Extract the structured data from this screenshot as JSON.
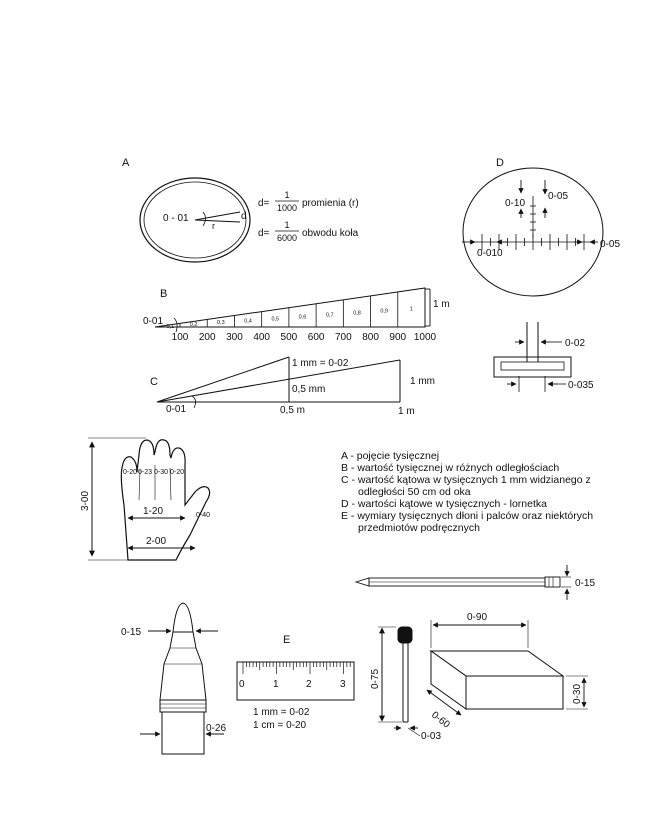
{
  "panel_letters": {
    "a": "A",
    "b": "B",
    "c": "C",
    "d": "D",
    "e": "E"
  },
  "panel_a": {
    "angle": "0 - 01",
    "r": "r",
    "d": "d",
    "formula1_lhs": "d=",
    "formula1_num": "1",
    "formula1_den": "1000",
    "formula1_rhs": "promienia (r)",
    "formula2_lhs": "d=",
    "formula2_num": "1",
    "formula2_den": "6000",
    "formula2_rhs": "obwodu koła"
  },
  "panel_b": {
    "angle": "0-01",
    "distances": [
      "100",
      "200",
      "300",
      "400",
      "500",
      "600",
      "700",
      "800",
      "900",
      "1000"
    ],
    "segment_labels": [
      "0,1",
      "0,2",
      "0,3",
      "0,4",
      "0,5",
      "0,6",
      "0,7",
      "0,8",
      "0,9",
      "1"
    ],
    "height": "1 m"
  },
  "panel_c": {
    "angle": "0-01",
    "mm_label": "1 mm = 0-02",
    "half_mm": "0,5 mm",
    "one_mm": "1 mm",
    "half_m": "0,5 m",
    "one_m": "1 m"
  },
  "panel_d": {
    "top_a": "0-10",
    "top_b": "0-05",
    "left": "0-010",
    "right": "0-05",
    "gap": "0-02",
    "width": "0-035"
  },
  "hand": {
    "height": "3-00",
    "fingers": [
      "0-20",
      "0-23",
      "0-30",
      "0-20"
    ],
    "thumb": "0-40",
    "palm_upper": "1-20",
    "palm_lower": "2-00"
  },
  "legend": [
    "A - pojęcie tysięcznej",
    "B - wartość tysięcznej w różnych odległościach",
    "C - wartość kątowa w tysięcznych 1 mm widzianego z",
    "odległości 50 cm od oka",
    "D - wartości kątowe w tysięcznych - lornetka",
    "E - wymiary tysięcznych dłoni i palców oraz niektórych",
    "przedmiotów podręcznych"
  ],
  "pencil": {
    "label": "0-15"
  },
  "cartridge": {
    "top": "0-15",
    "bottom": "0-26"
  },
  "ruler": {
    "ticks": [
      "0",
      "1",
      "2",
      "3"
    ],
    "note1": "1 mm = 0-02",
    "note2": "1 cm = 0-20"
  },
  "matchbox": {
    "width": "0-90",
    "depth": "0-60",
    "height": "0-30"
  },
  "match": {
    "length": "0-75",
    "thickness": "0-03"
  }
}
